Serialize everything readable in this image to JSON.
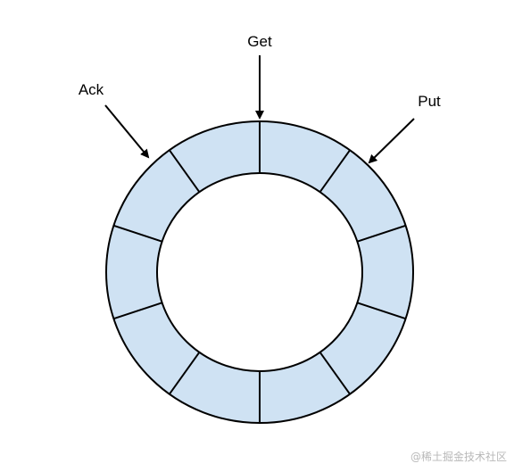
{
  "labels": {
    "get": "Get",
    "put": "Put",
    "ack": "Ack"
  },
  "ring": {
    "slot_count": 10,
    "fill_color": "#cfe2f3",
    "stroke_color": "#000000"
  },
  "watermark": "@稀土掘金技术社区"
}
